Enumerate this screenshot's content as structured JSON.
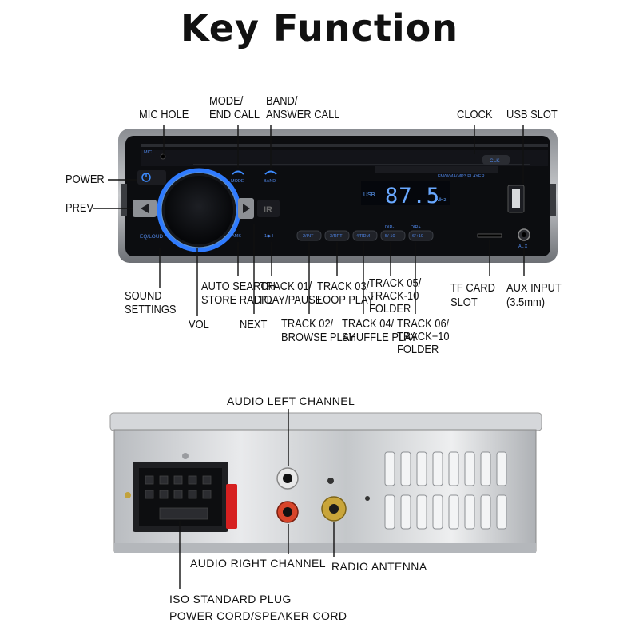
{
  "title": "Key Function",
  "front": {
    "display": {
      "source": "USB",
      "freq": "87.5",
      "unit": "MHz"
    },
    "panel_text": {
      "mic": "MIC",
      "mode": "MODE",
      "band": "BAND",
      "player": "FM/WMA/MP3  PLAYER",
      "clk": "CLK",
      "eq": "EQ/LOUD",
      "ams": "AMS",
      "play": "1/▶‖",
      "b2": "2/INT",
      "b3": "3/RPT",
      "b4": "4/RDM",
      "b5": "5/-10",
      "b6": "6/+10",
      "dir_minus": "DIR-",
      "dir_plus": "DIR+",
      "aux": "AUX"
    },
    "labels": {
      "mic_hole": "MIC HOLE",
      "mode_1": "MODE/",
      "mode_2": "END CALL",
      "band_1": "BAND/",
      "band_2": "ANSWER CALL",
      "clock": "CLOCK",
      "usb_slot": "USB SLOT",
      "power": "POWER",
      "prev": "PREV",
      "sound_1": "SOUND",
      "sound_2": "SETTINGS",
      "auto_1": "AUTO SEARCH",
      "auto_2": "STORE RADIO",
      "vol": "VOL",
      "track01_1": "TRACK 01/",
      "track01_2": "PLAY/PAUSE",
      "next": "NEXT",
      "track02_1": "TRACK 02/",
      "track02_2": "BROWSE PLAY",
      "track03_1": "TRACK 03/",
      "track03_2": "LOOP PLAY",
      "track04_1": "TRACK 04/",
      "track04_2": "SHUFFLE PLAY",
      "track05_1": "TRACK 05/",
      "track05_2": "TRACK-10",
      "track05_3": "FOLDER",
      "track06_1": "TRACK 06/",
      "track06_2": "TRACK+10",
      "track06_3": "FOLDER",
      "tf_1": "TF CARD",
      "tf_2": "SLOT",
      "aux_1": "AUX INPUT",
      "aux_2": "(3.5mm)"
    }
  },
  "rear": {
    "labels": {
      "audio_left": "AUDIO LEFT CHANNEL",
      "audio_right": "AUDIO RIGHT CHANNEL",
      "radio_antenna": "RADIO ANTENNA",
      "iso_1": "ISO STANDARD PLUG",
      "iso_2": "POWER CORD/SPEAKER CORD"
    }
  },
  "colors": {
    "accent_blue": "#2f7bff",
    "rca_white": "#e8e8e8",
    "rca_red": "#d8452a",
    "antenna_gold": "#c9a53a",
    "fuse_red": "#d62020"
  }
}
